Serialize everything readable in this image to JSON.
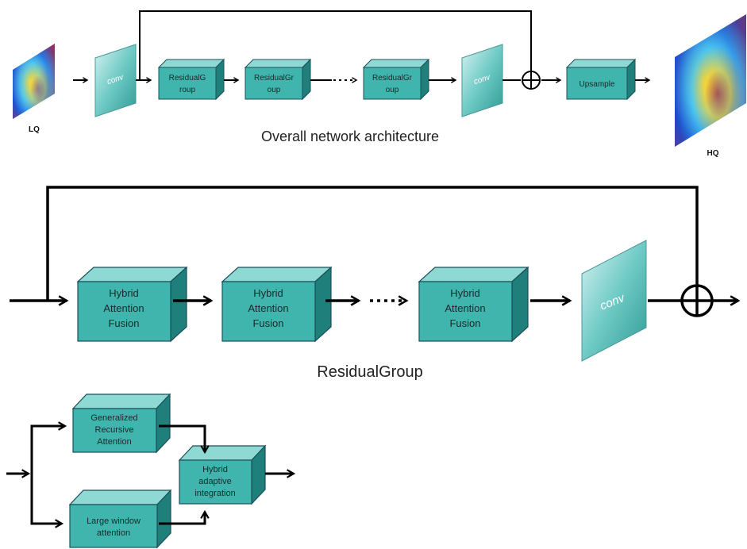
{
  "overall": {
    "caption": "Overall network architecture",
    "lq_label": "LQ",
    "hq_label": "HQ",
    "conv_label": "conv",
    "rg1": [
      "ResidualG",
      "roup"
    ],
    "rg2": [
      "ResidualGr",
      "oup"
    ],
    "rg3": [
      "ResidualGr",
      "oup"
    ],
    "upsample": "Upsample"
  },
  "residual_group": {
    "caption": "ResidualGroup",
    "haf1": [
      "Hybrid",
      "Attention",
      "Fusion"
    ],
    "haf2": [
      "Hybrid",
      "Attention",
      "Fusion"
    ],
    "haf3": [
      "Hybrid",
      "Attention",
      "Fusion"
    ],
    "conv_label": "conv"
  },
  "haf": {
    "gra": [
      "Generalized",
      "Recursive",
      "Attention"
    ],
    "lwa": [
      "Large window",
      "attention"
    ],
    "hai": [
      "Hybrid",
      "adaptive",
      "integration"
    ]
  },
  "colors": {
    "box_front": "#3fb5ae",
    "box_top": "#8fd9d4",
    "box_side": "#1f7f7a",
    "stroke": "#1c4f5a",
    "arrow": "#000000"
  }
}
